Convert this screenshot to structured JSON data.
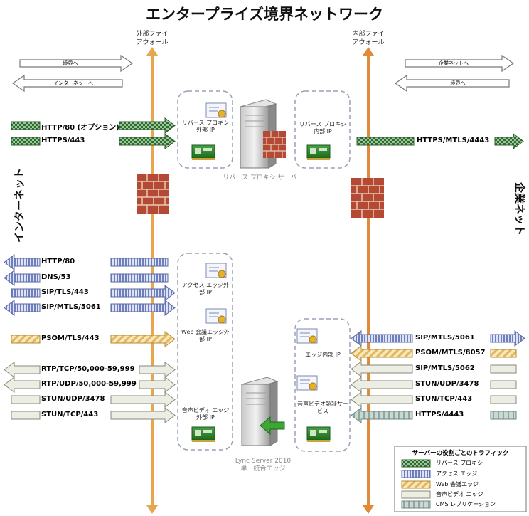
{
  "title": "エンタープライズ境界ネットワーク",
  "external_firewall": {
    "line1": "外部ファイ",
    "line2": "アウォール"
  },
  "internal_firewall": {
    "line1": "内部ファイ",
    "line2": "アウォール"
  },
  "left_side_label": "インターネット",
  "right_side_label": "企業ネット",
  "direction_arrows": {
    "to_perimeter": "境界へ",
    "to_internet": "インターネットへ",
    "to_corporate": "企業ネットへ",
    "to_perimeter_right": "境界へ"
  },
  "reverse_proxy": {
    "external_ip_label": "リバース プロキシ 外部 IP",
    "internal_ip_label": "リバース プロキシ 内部 IP",
    "server_caption": "リバース プロキシ サーバー"
  },
  "edge_server": {
    "access_edge_ip": "アクセス エッジ外部 IP",
    "web_conf_edge_ip": "Web 会議エッジ外部 IP",
    "av_edge_ip": "音声ビデオ エッジ外部 IP",
    "edge_internal_ip": "エッジ内部 IP",
    "av_auth_service": "音声ビデオ認証サービス",
    "caption_line1": "Lync Server 2010",
    "caption_line2": "単一統合エッジ"
  },
  "left_traffic": {
    "http80_optional": "HTTP/80 (オプション)",
    "https443": "HTTPS/443",
    "http80": "HTTP/80",
    "dns53": "DNS/53",
    "sip_tls_443": "SIP/TLS/443",
    "sip_mtls_5061": "SIP/MTLS/5061",
    "psom_tls_443": "PSOM/TLS/443",
    "rtp_tcp": "RTP/TCP/50,000-59,999",
    "rtp_udp": "RTP/UDP/50,000-59,999",
    "stun_udp": "STUN/UDP/3478",
    "stun_tcp": "STUN/TCP/443"
  },
  "right_traffic": {
    "https_mtls_4443": "HTTPS/MTLS/4443",
    "sip_mtls_5061": "SIP/MTLS/5061",
    "psom_mtls_8057": "PSOM/MTLS/8057",
    "sip_mtls_5062": "SIP/MTLS/5062",
    "stun_udp": "STUN/UDP/3478",
    "stun_tcp": "STUN/TCP/443",
    "https_4443": "HTTPS/4443"
  },
  "legend": {
    "title": "サーバーの役割ごとのトラフィック",
    "items": [
      "リバース プロキシ",
      "アクセス エッジ",
      "Web 会議エッジ",
      "音声ビデオ エッジ",
      "CMS レプリケーション"
    ]
  },
  "colors": {
    "firewall_line": "#e8a64e",
    "reverse_proxy": "#3e7d3e",
    "access_edge": "#7e8fc7",
    "web_conf": "#e9c57a",
    "av_edge": "#e9ebdf",
    "cms": "#b2c4bd"
  }
}
